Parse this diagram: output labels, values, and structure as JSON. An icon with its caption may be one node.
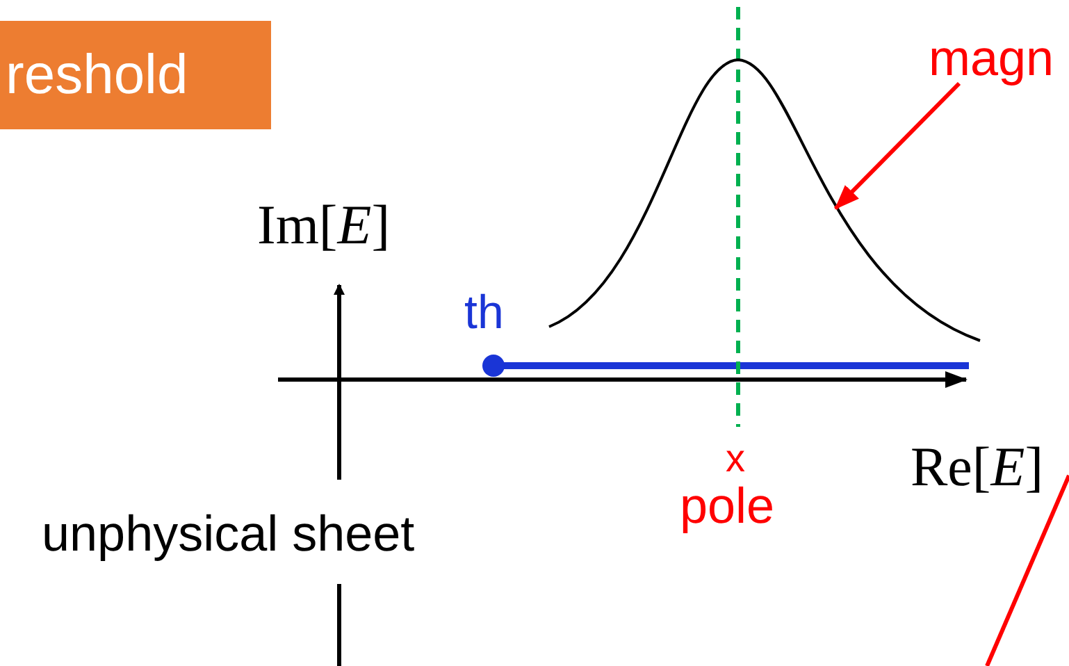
{
  "diagram": {
    "nodes": [
      {
        "text": [
          "reshold"
        ]
      },
      {
        "text": [
          "magn"
        ]
      },
      {
        "text": [],
        "shape": "curve"
      }
    ],
    "edges": [
      {
        "from": 1,
        "to": 2,
        "arrow": "to"
      }
    ],
    "labels": [
      "Im[*E*]",
      "th",
      "x",
      "Re[*E*]",
      "pole",
      "unphysical sheet"
    ]
  }
}
